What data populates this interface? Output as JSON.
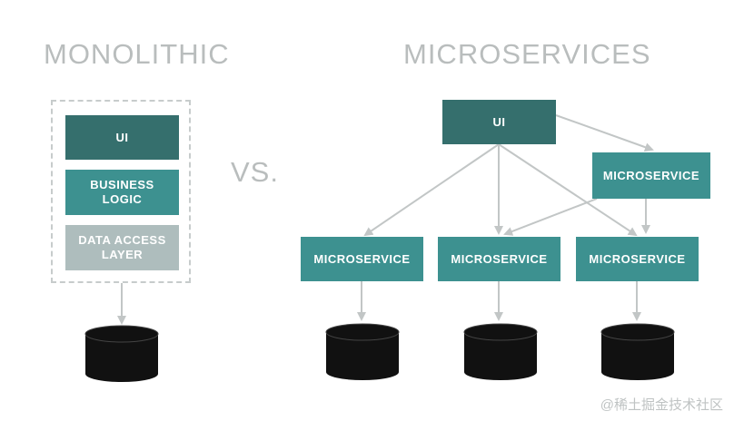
{
  "monolithic": {
    "title": "MONOLITHIC",
    "layers": {
      "ui": "UI",
      "business_logic": "BUSINESS\nLOGIC",
      "data_access": "DATA ACCESS\nLAYER"
    }
  },
  "vs_label": "VS.",
  "microservices": {
    "title": "MICROSERVICES",
    "ui": "UI",
    "top_service": "MICROSERVICE",
    "services": [
      "MICROSERVICE",
      "MICROSERVICE",
      "MICROSERVICE"
    ]
  },
  "watermark": "@稀土掘金技术社区",
  "colors": {
    "dark_teal": "#356f6d",
    "teal": "#3d9190",
    "gray": "#aebdbd",
    "arrow": "#c2c6c6",
    "database": "#111111",
    "title_gray": "#b9bdbd"
  }
}
